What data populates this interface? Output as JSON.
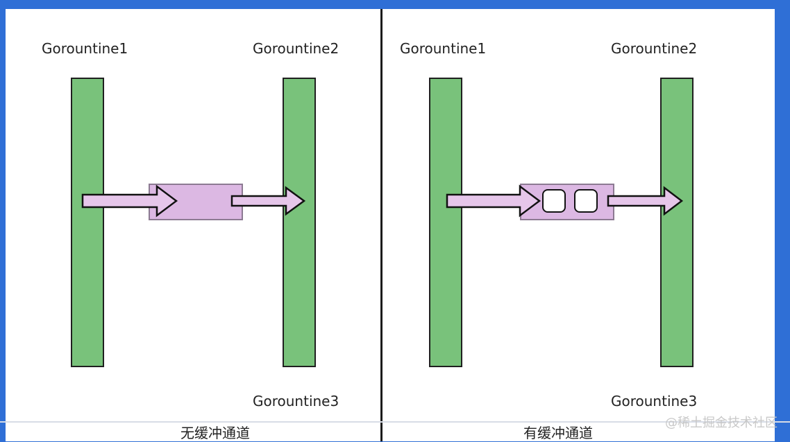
{
  "left_panel": {
    "g1_label": "Gorountine1",
    "g2_label": "Gorountine2",
    "g3_label": "Gorountine3",
    "caption": "无缓冲通道"
  },
  "right_panel": {
    "g1_label": "Gorountine1",
    "g2_label": "Gorountine2",
    "g3_label": "Gorountine3",
    "caption": "有缓冲通道"
  },
  "watermark": "@稀土掘金技术社区",
  "colors": {
    "goroutine_bar": "#79c27b",
    "channel_box": "#dcb8e3",
    "arrow_fill": "#e6c6ea",
    "frame": "#2f6fd6"
  }
}
